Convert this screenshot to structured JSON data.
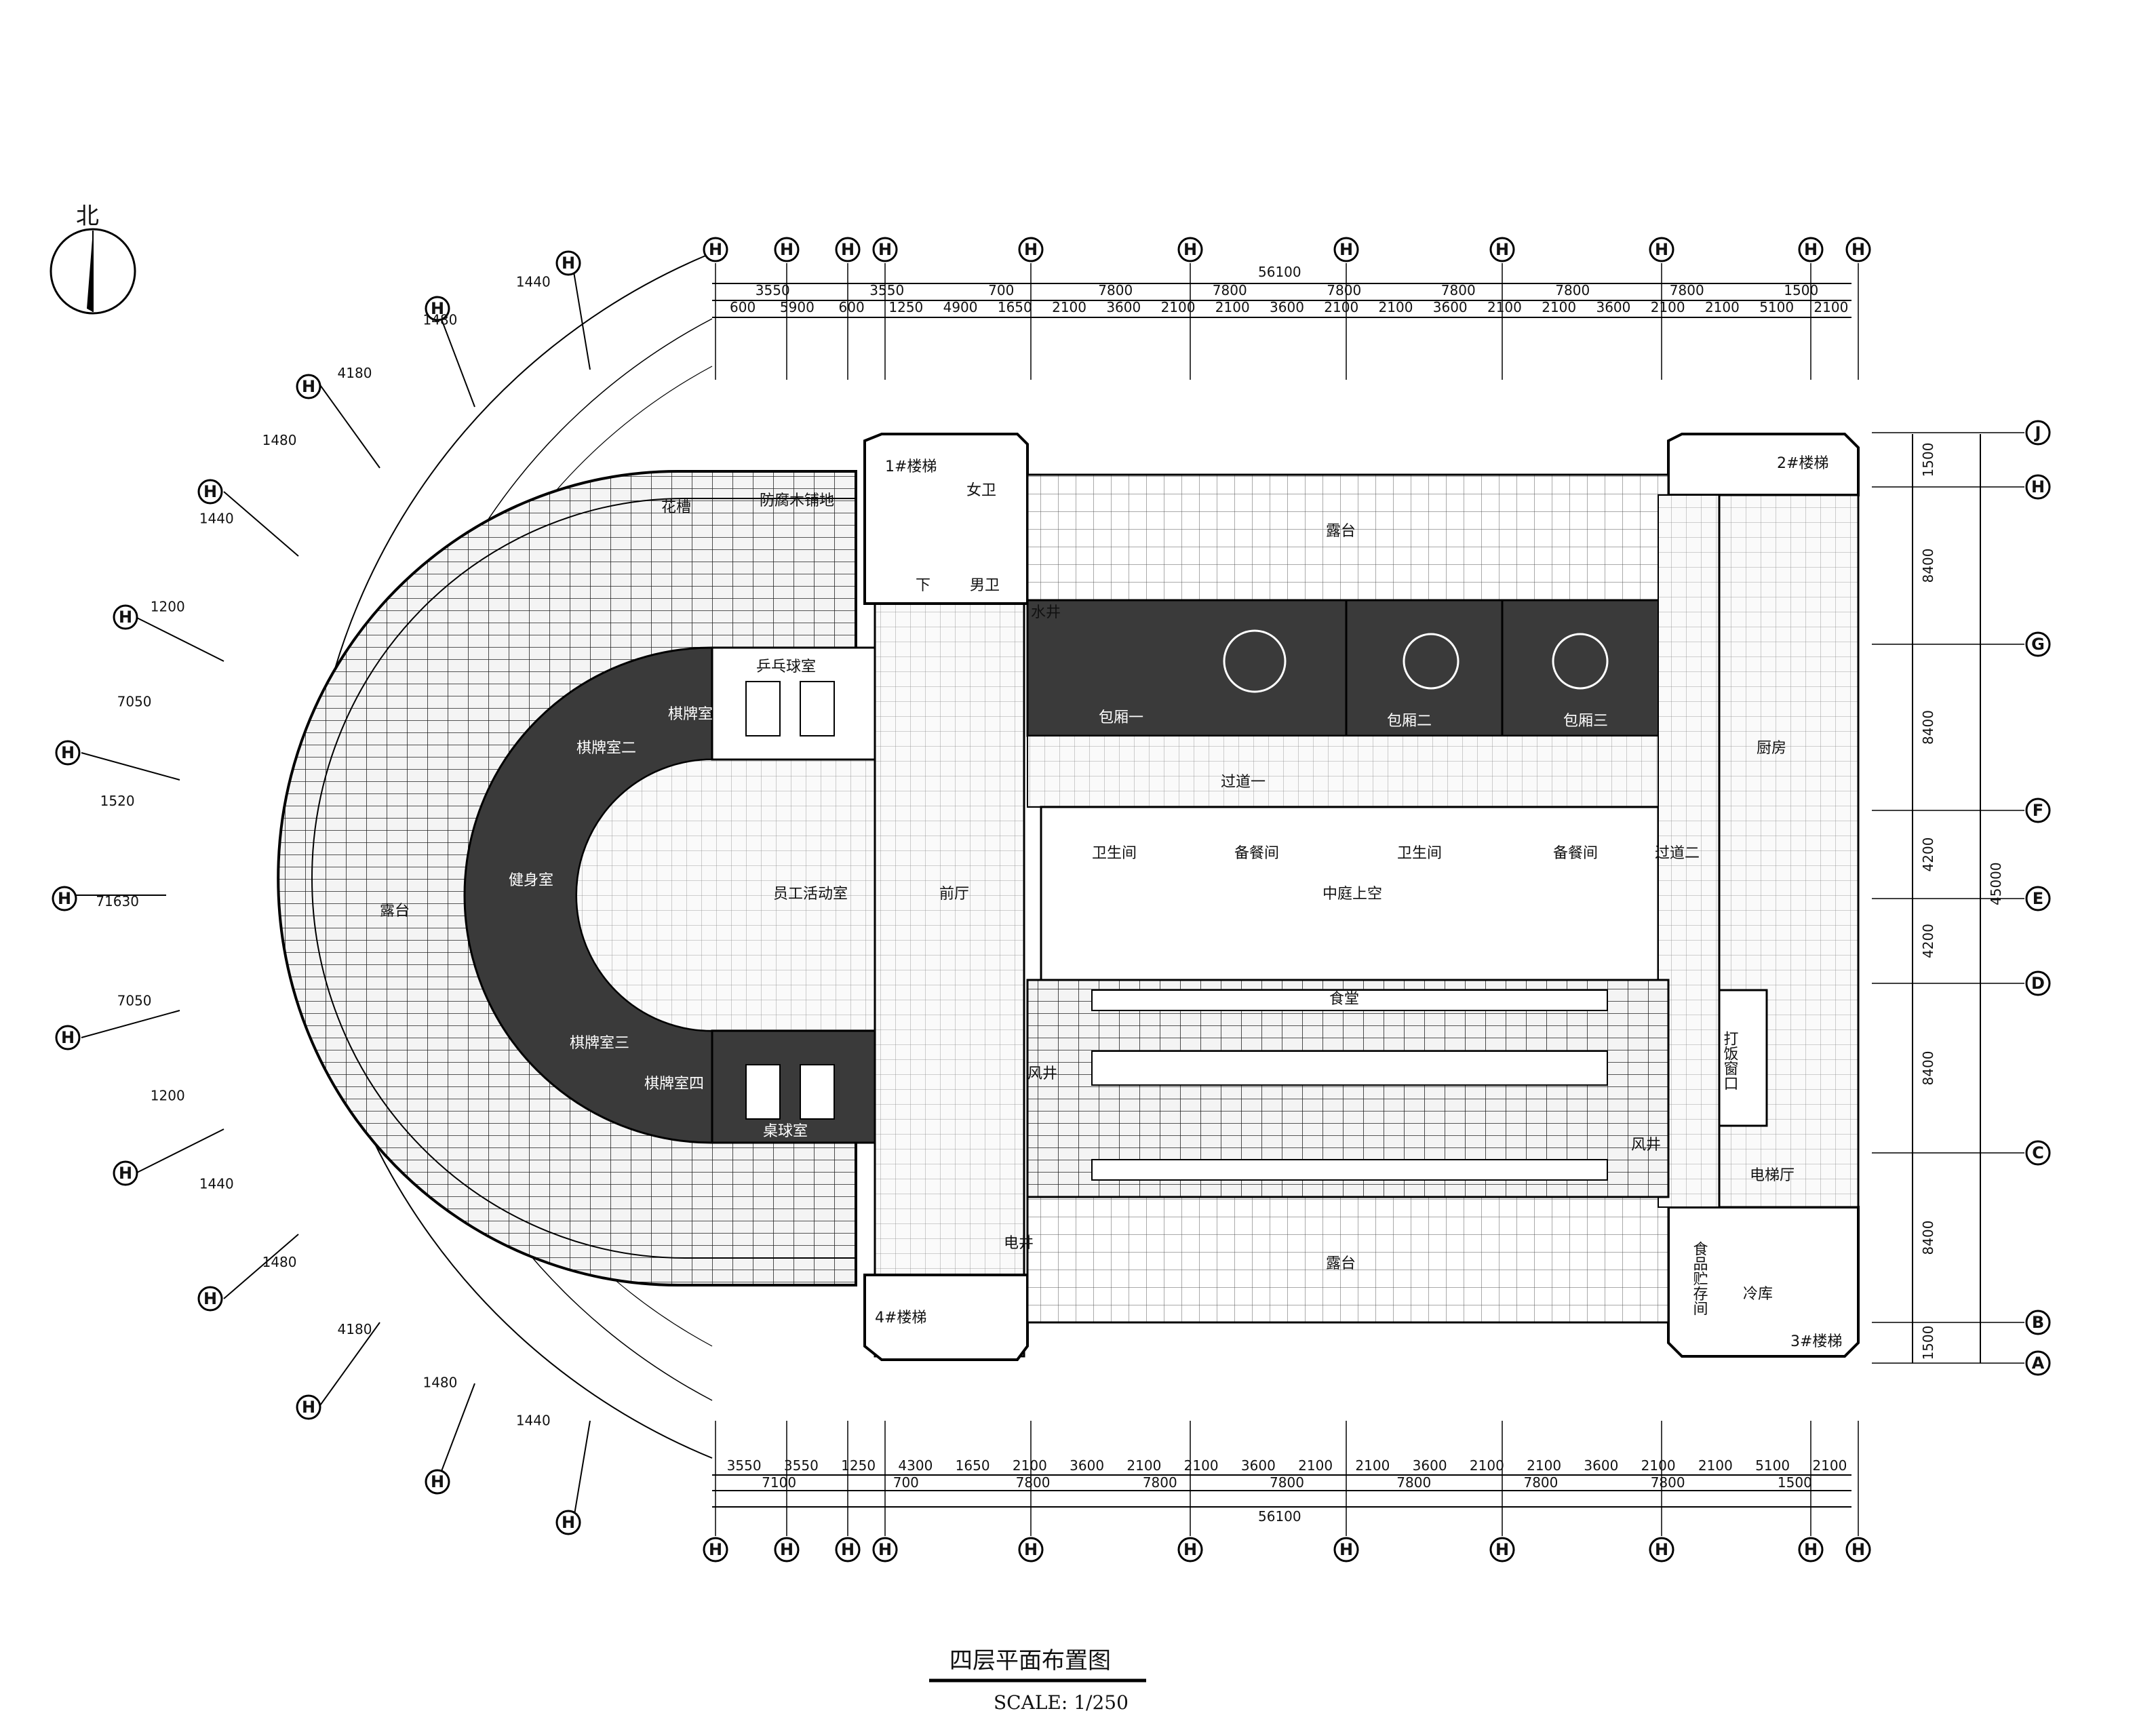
{
  "north_label": "北",
  "title": "四层平面布置图",
  "scale": "SCALE:  1/250",
  "axis_label_generic": "H",
  "column_axes_top": [
    "H",
    "H",
    "H",
    "H",
    "H",
    "H",
    "H",
    "H",
    "H",
    "H",
    "H",
    "H"
  ],
  "row_axes_right": [
    "J",
    "H",
    "G",
    "F",
    "E",
    "D",
    "C",
    "B",
    "A"
  ],
  "dims_top_row1": [
    "3550",
    "3550",
    "700",
    "7800",
    "7800",
    "7800",
    "7800",
    "7800",
    "7800",
    "1500"
  ],
  "dims_top_row2": [
    "600",
    "5900",
    "600",
    "1250",
    "4900",
    "1650",
    "2100",
    "3600",
    "2100",
    "2100",
    "3600",
    "2100",
    "2100",
    "3600",
    "2100",
    "2100",
    "3600",
    "2100",
    "2100",
    "5100",
    "2100"
  ],
  "dims_bottom_row1": [
    "3550",
    "3550",
    "1250",
    "4300",
    "1650",
    "2100",
    "3600",
    "2100",
    "2100",
    "3600",
    "2100",
    "2100",
    "3600",
    "2100",
    "2100",
    "3600",
    "2100",
    "2100",
    "5100",
    "2100"
  ],
  "dims_bottom_row2": [
    "7100",
    "700",
    "7800",
    "7800",
    "7800",
    "7800",
    "7800",
    "7800",
    "1500"
  ],
  "dims_total": "56100",
  "dims_right": [
    "1500",
    "8400",
    "8400",
    "4200",
    "4200",
    "8400",
    "8400",
    "1500"
  ],
  "dims_right_total": "45000",
  "dims_arc": [
    "1440",
    "1480",
    "4180",
    "1480",
    "1440",
    "1200",
    "7050",
    "1520",
    "71630",
    "7050",
    "1200",
    "1440",
    "1480",
    "4180",
    "1480",
    "1440"
  ],
  "rooms": {
    "stair1": "1#楼梯",
    "stair2": "2#楼梯",
    "stair3": "3#楼梯",
    "stair4": "4#楼梯",
    "women_wc": "女卫",
    "men_wc": "男卫",
    "down": "下",
    "terrace_n": "露台",
    "terrace_s": "露台",
    "terrace_w": "露台",
    "flower_bed": "花槽",
    "wood_floor": "防腐木铺地",
    "pingpong": "乒乓球室",
    "card1": "棋牌室一",
    "card2": "棋牌室二",
    "card3": "棋牌室三",
    "card4": "棋牌室四",
    "gym": "健身室",
    "staff_activity": "员工活动室",
    "lobby": "前厅",
    "billiard": "桌球室",
    "private1": "包厢一",
    "private2": "包厢二",
    "private3": "包厢三",
    "corridor1": "过道一",
    "corridor2": "过道二",
    "wc_label": "卫生间",
    "pantry1": "备餐间",
    "wc_label2": "卫生间",
    "pantry2": "备餐间",
    "atrium": "中庭上空",
    "kitchen": "厨房",
    "serving_window": "打饭窗口",
    "canteen": "食堂",
    "elevator_hall": "电梯厅",
    "food_storage": "食品贮存间",
    "cold_store": "冷库",
    "water_well": "水井",
    "wind_well": "风井",
    "wind_well2": "风井",
    "elec_well": "电井"
  }
}
